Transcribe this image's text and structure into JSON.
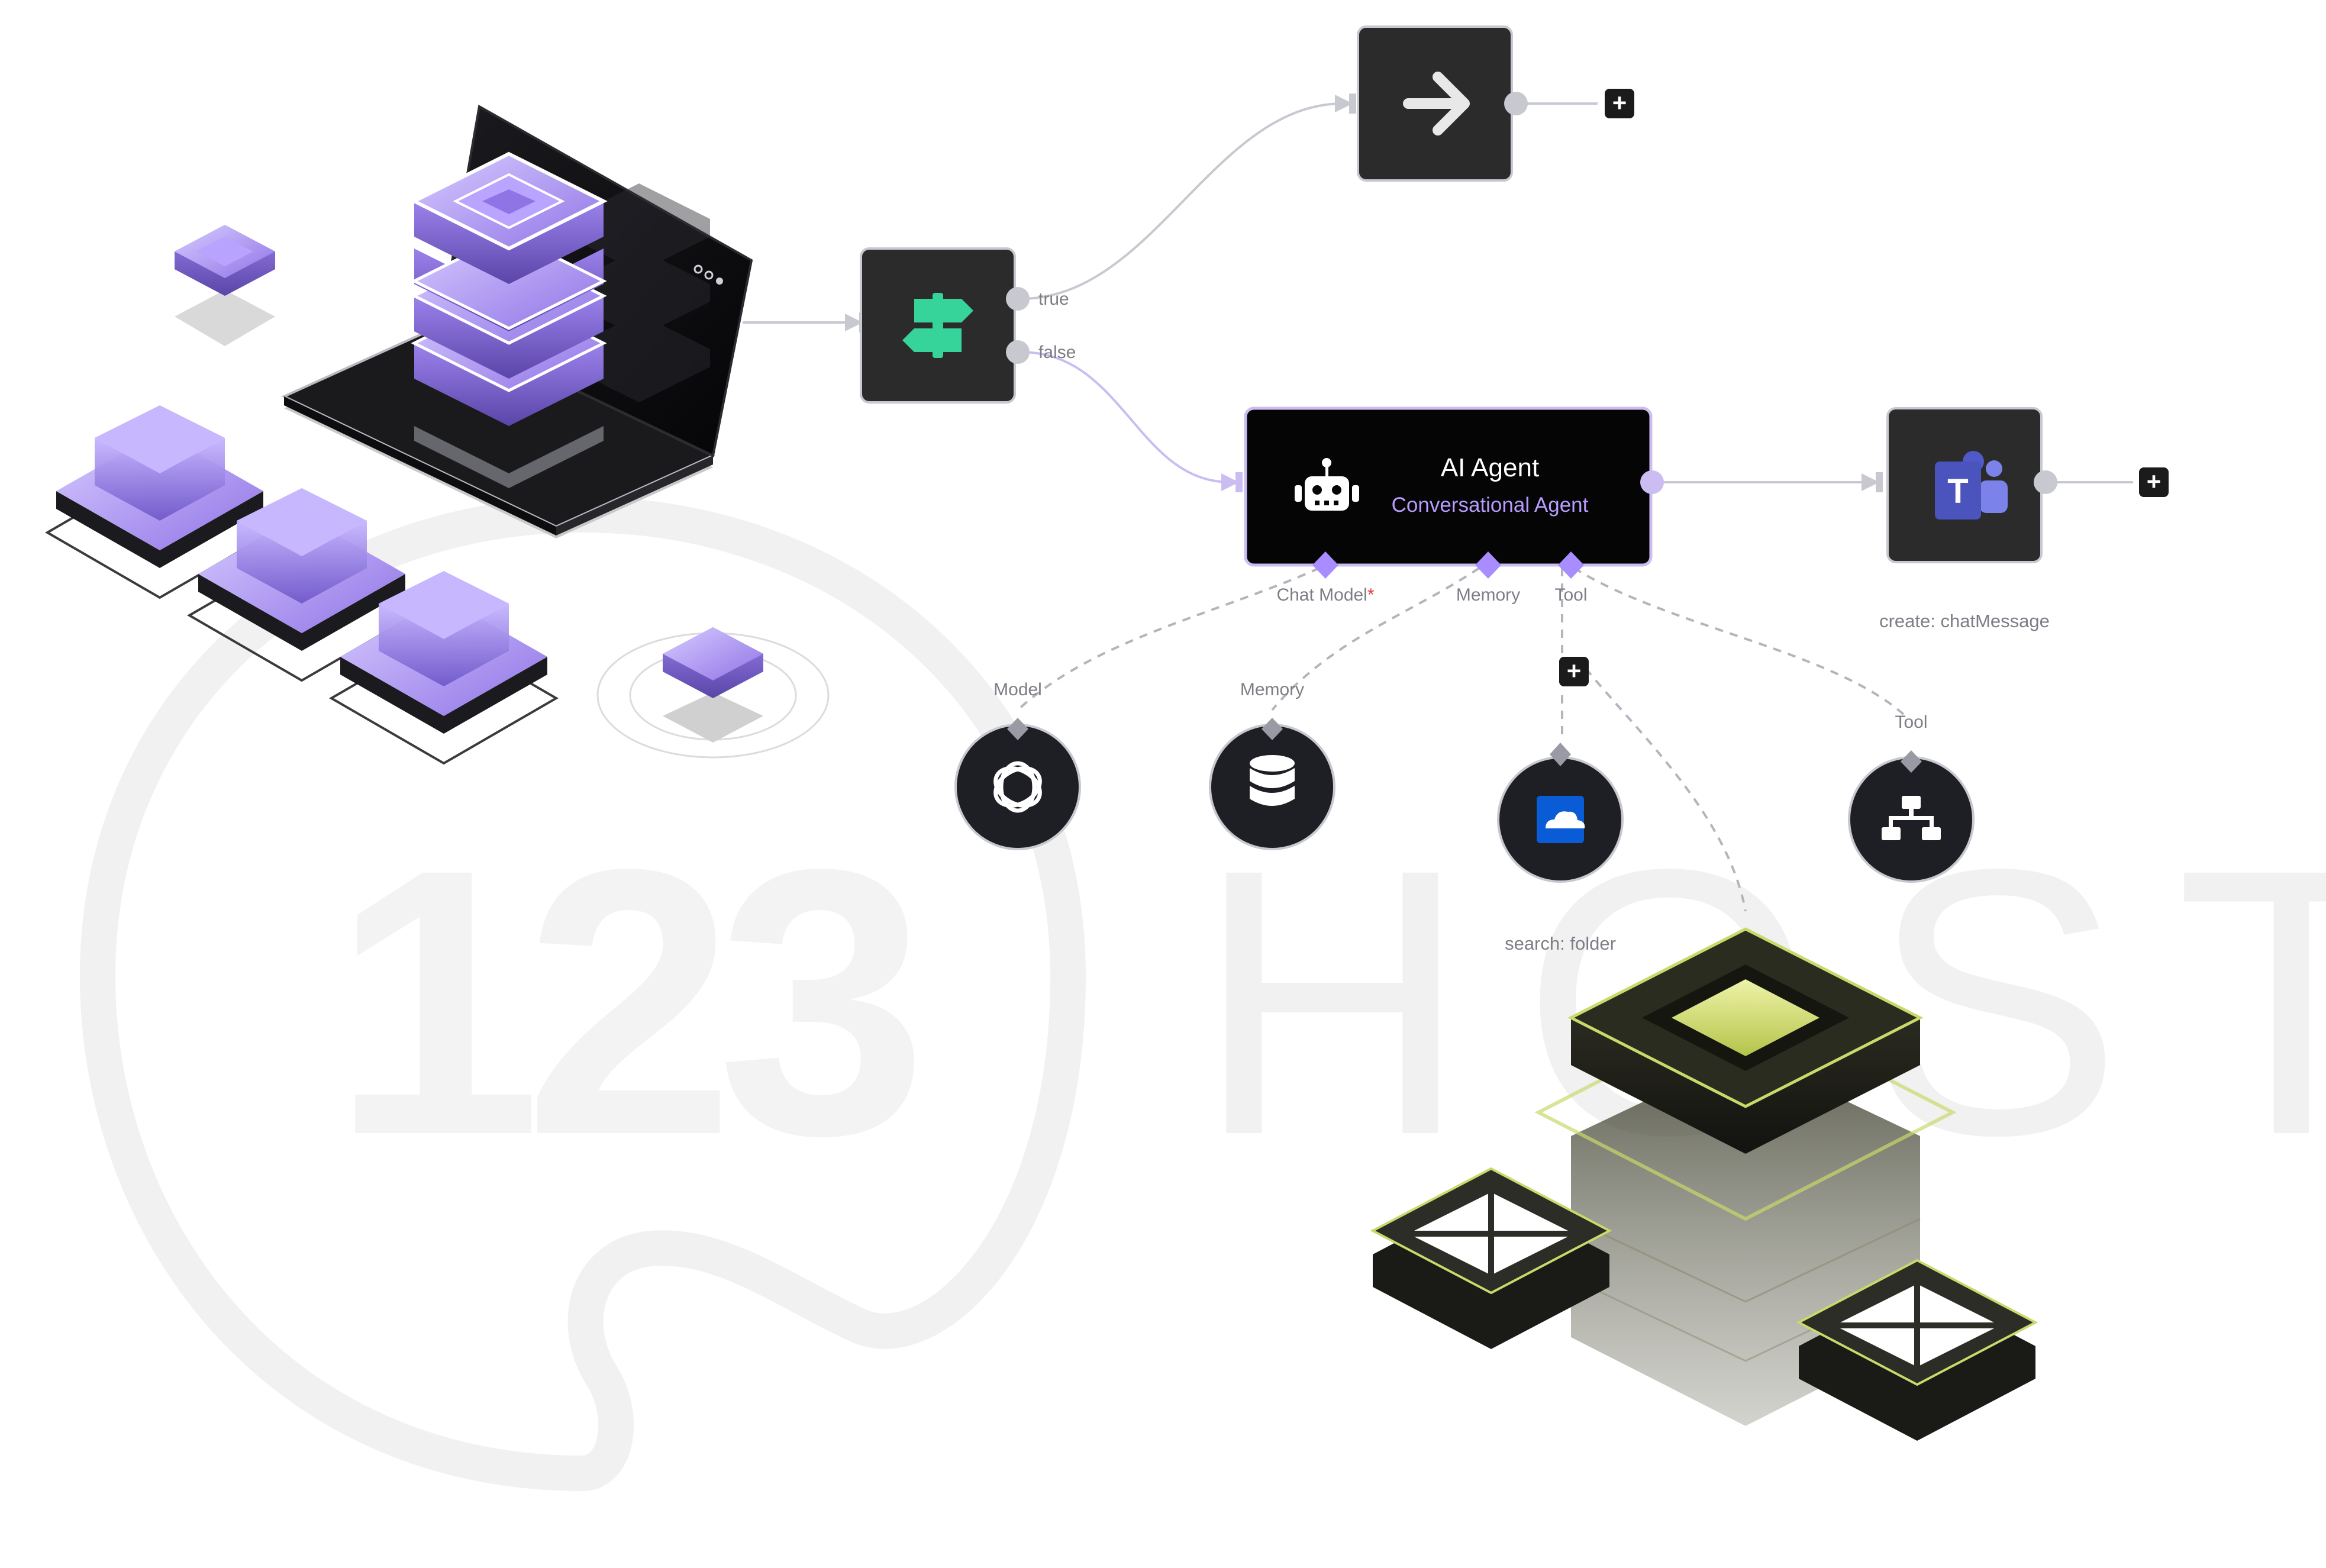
{
  "watermark": {
    "brand": "HOST",
    "digits": "123"
  },
  "colors": {
    "node_bg": "#2a2b2a",
    "agent_bg": "#050505",
    "accent_purple": "#a98cff",
    "connector": "#c8c8d0",
    "if_icon_green": "#36d39b",
    "teams": "#5059c9",
    "onedrive": "#0a5bd6",
    "lime": "#c9d96a"
  },
  "nodes": {
    "if_node": {
      "icon": "signpost-icon",
      "true_label": "true",
      "false_label": "false"
    },
    "next_node": {
      "icon": "arrow-right-icon"
    },
    "agent": {
      "icon": "robot-icon",
      "title": "AI Agent",
      "subtitle": "Conversational Agent",
      "ports": {
        "chat_model": "Chat Model",
        "required_mark": "*",
        "memory": "Memory",
        "tool": "Tool"
      }
    },
    "teams": {
      "icon": "microsoft-teams-icon",
      "letter": "T",
      "caption": "create: chatMessage"
    },
    "model": {
      "label": "Model",
      "icon": "openai-icon"
    },
    "memory": {
      "label": "Memory",
      "icon": "database-icon"
    },
    "onedrive": {
      "icon": "onedrive-icon",
      "caption": "search: folder"
    },
    "tool": {
      "label": "Tool",
      "icon": "network-icon"
    }
  },
  "add_buttons": {
    "symbol": "+"
  }
}
